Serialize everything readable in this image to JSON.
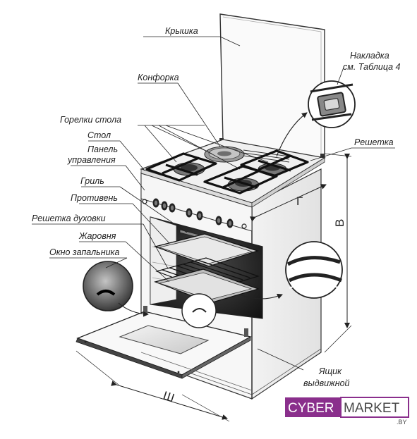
{
  "labels": {
    "lid": "Крышка",
    "overlay_line1": "Накладка",
    "overlay_line2": "см. Таблица 4",
    "burner": "Конфорка",
    "table_burners": "Горелки стола",
    "table": "Стол",
    "control_panel_line1": "Панель",
    "control_panel_line2": "управления",
    "grate": "Решетка",
    "grill": "Гриль",
    "baking_tray": "Противень",
    "oven_rack": "Решетка духовки",
    "roasting_pan": "Жаровня",
    "igniter_window": "Окно запальника",
    "drawer_line1": "Ящик",
    "drawer_line2": "выдвижной"
  },
  "dimensions": {
    "depth": "Г",
    "height": "В",
    "width": "Ш"
  },
  "logo": {
    "part1": "CYBER",
    "part2": "MARKET",
    "suffix": ".BY",
    "color_purple": "#8a2f8c",
    "color_dark": "#4a4a4a"
  }
}
